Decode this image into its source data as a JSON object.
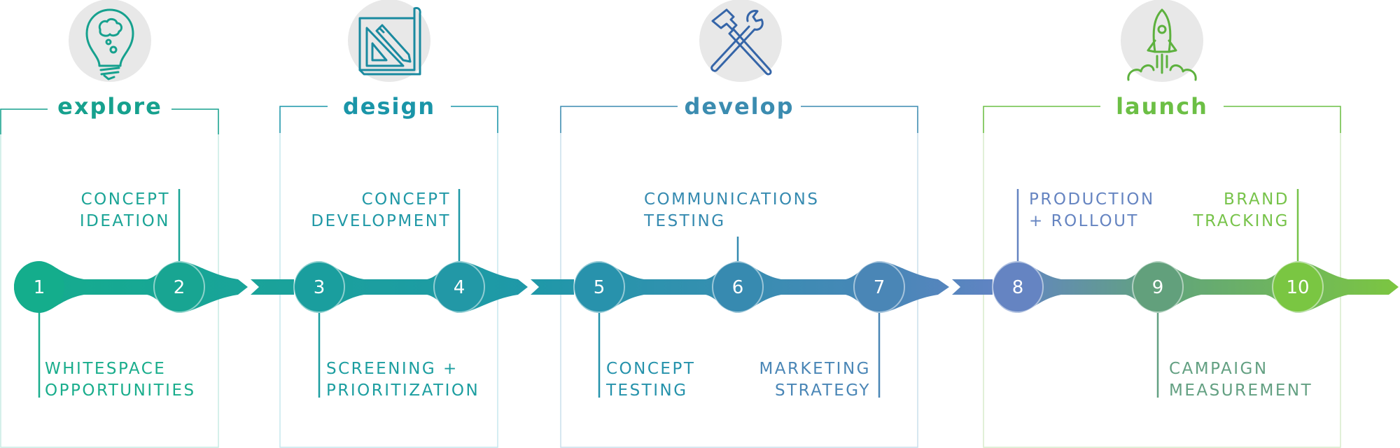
{
  "phases": [
    {
      "name": "explore",
      "color": "#16a18e",
      "icon": "lightbulb-thought-icon"
    },
    {
      "name": "design",
      "color": "#1a95a8",
      "icon": "blueprint-ruler-pencil-icon"
    },
    {
      "name": "develop",
      "color": "#3b8cb0",
      "icon": "hammer-wrench-icon"
    },
    {
      "name": "launch",
      "color": "#6cbf45",
      "icon": "rocket-icon"
    }
  ],
  "steps": [
    {
      "num": "1",
      "lines": [
        "WHITESPACE",
        "OPPORTUNITIES"
      ],
      "color": "#19ad8c"
    },
    {
      "num": "2",
      "lines": [
        "CONCEPT",
        "IDEATION"
      ],
      "color": "#1aa496"
    },
    {
      "num": "3",
      "lines": [
        "SCREENING +",
        "PRIORITIZATION"
      ],
      "color": "#1c9ea0"
    },
    {
      "num": "4",
      "lines": [
        "CONCEPT",
        "DEVELOPMENT"
      ],
      "color": "#1f98a6"
    },
    {
      "num": "5",
      "lines": [
        "CONCEPT",
        "TESTING"
      ],
      "color": "#2592ab"
    },
    {
      "num": "6",
      "lines": [
        "COMMUNICATIONS",
        "TESTING"
      ],
      "color": "#358ab0"
    },
    {
      "num": "7",
      "lines": [
        "MARKETING",
        "STRATEGY"
      ],
      "color": "#4a86b6"
    },
    {
      "num": "8",
      "lines": [
        "PRODUCTION",
        "+ ROLLOUT"
      ],
      "color": "#6584c1"
    },
    {
      "num": "9",
      "lines": [
        "CAMPAIGN",
        "MEASUREMENT"
      ],
      "color": "#63a082"
    },
    {
      "num": "10",
      "lines": [
        "BRAND",
        "TRACKING"
      ],
      "color": "#77c34a"
    }
  ]
}
